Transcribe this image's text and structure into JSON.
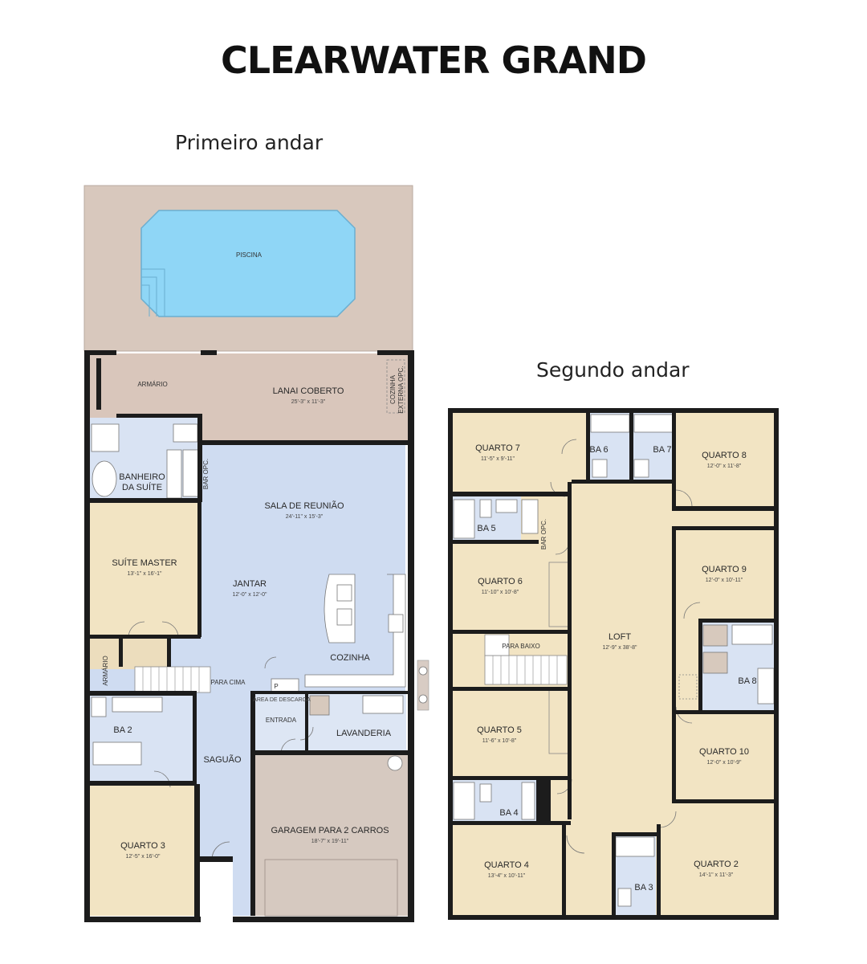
{
  "title": "CLEARWATER GRAND",
  "floor1": {
    "label": "Primeiro andar",
    "pool": "PISCINA",
    "closet_top": "ARMÁRIO",
    "lanai": {
      "name": "LANAI COBERTO",
      "dims": "25'-3\" x 11'-3\""
    },
    "outdoor_kitchen": {
      "line1": "COZINHA",
      "line2": "EXTERNA OPC."
    },
    "master_bath": {
      "line1": "BANHEIRO",
      "line2": "DA SUÍTE"
    },
    "bar_opc": "BAR OPC.",
    "gathering": {
      "name": "SALA DE REUNIÃO",
      "dims": "24'-11\" x 15'-3\""
    },
    "master_suite": {
      "name": "SUÍTE MASTER",
      "dims": "13'-1\" x 16'-1\""
    },
    "dining": {
      "name": "JANTAR",
      "dims": "12'-0\" x 12'-0\""
    },
    "kitchen": "COZINHA",
    "closet_side": "ARMÁRIO",
    "up_stairs": "PARA CIMA",
    "pantry": "P",
    "drop_zone": "ÁREA DE DESCARGA",
    "entry": "ENTRADA",
    "laundry": "LAVANDERIA",
    "bath2": "BA 2",
    "foyer": "SAGUÃO",
    "garage": {
      "name": "GARAGEM PARA 2 CARROS",
      "dims": "18'-7\" x 19'-11\""
    },
    "bedroom3": {
      "name": "QUARTO 3",
      "dims": "12'-5\" x 16'-0\""
    }
  },
  "floor2": {
    "label": "Segundo andar",
    "bedroom7": {
      "name": "QUARTO 7",
      "dims": "11'-5\" x 9'-11\""
    },
    "bath6": "BA 6",
    "bath7": "BA 7",
    "bedroom8": {
      "name": "QUARTO 8",
      "dims": "12'-0\" x 11'-8\""
    },
    "bath5": "BA 5",
    "bar_opc": "BAR OPC.",
    "bedroom6": {
      "name": "QUARTO 6",
      "dims": "11'-10\" x 10'-8\""
    },
    "bedroom9": {
      "name": "QUARTO 9",
      "dims": "12'-0\" x 10'-11\""
    },
    "loft": {
      "name": "LOFT",
      "dims": "12'-9\" x 38'-8\""
    },
    "down_stairs": "PARA BAIXO",
    "bath8": "BA 8",
    "bedroom5": {
      "name": "QUARTO 5",
      "dims": "11'-6\" x 10'-8\""
    },
    "bedroom10": {
      "name": "QUARTO 10",
      "dims": "12'-0\" x 10'-9\""
    },
    "bath4": "BA 4",
    "bedroom4": {
      "name": "QUARTO 4",
      "dims": "13'-4\" x 10'-11\""
    },
    "bath3": "BA 3",
    "bedroom2": {
      "name": "QUARTO 2",
      "dims": "14'-1\" x 11'-3\""
    }
  },
  "colors": {
    "bedroom": "#f2e4c3",
    "living": "#cfdcf1",
    "bath": "#d9e3f3",
    "lanai": "#d9c6bb",
    "garage": "#d6c9c0",
    "pool": "#8fd6f6",
    "walls": "#1c1c1c"
  }
}
